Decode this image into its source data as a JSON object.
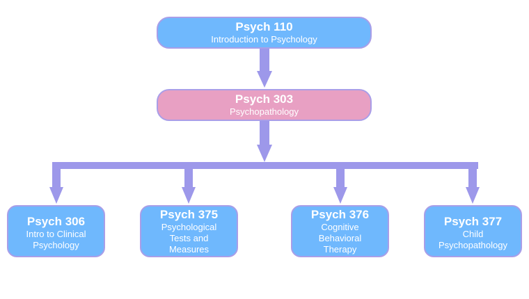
{
  "colors": {
    "node_blue": "#6fb8fd",
    "node_pink": "#e8a0c3",
    "border": "#a99ee8",
    "connector": "#9d98ea"
  },
  "courses": {
    "psych110": {
      "code": "Psych 110",
      "title": "Introduction to Psychology"
    },
    "psych303": {
      "code": "Psych 303",
      "title": "Psychopathology"
    },
    "psych306": {
      "code": "Psych 306",
      "title_lines": [
        "Intro to Clinical",
        "Psychology"
      ]
    },
    "psych375": {
      "code": "Psych 375",
      "title_lines": [
        "Psychological",
        "Tests and",
        "Measures"
      ]
    },
    "psych376": {
      "code": "Psych 376",
      "title_lines": [
        "Cognitive",
        "Behavioral",
        "Therapy"
      ]
    },
    "psych377": {
      "code": "Psych 377",
      "title_lines": [
        "Child",
        "Psychopathology"
      ]
    }
  }
}
